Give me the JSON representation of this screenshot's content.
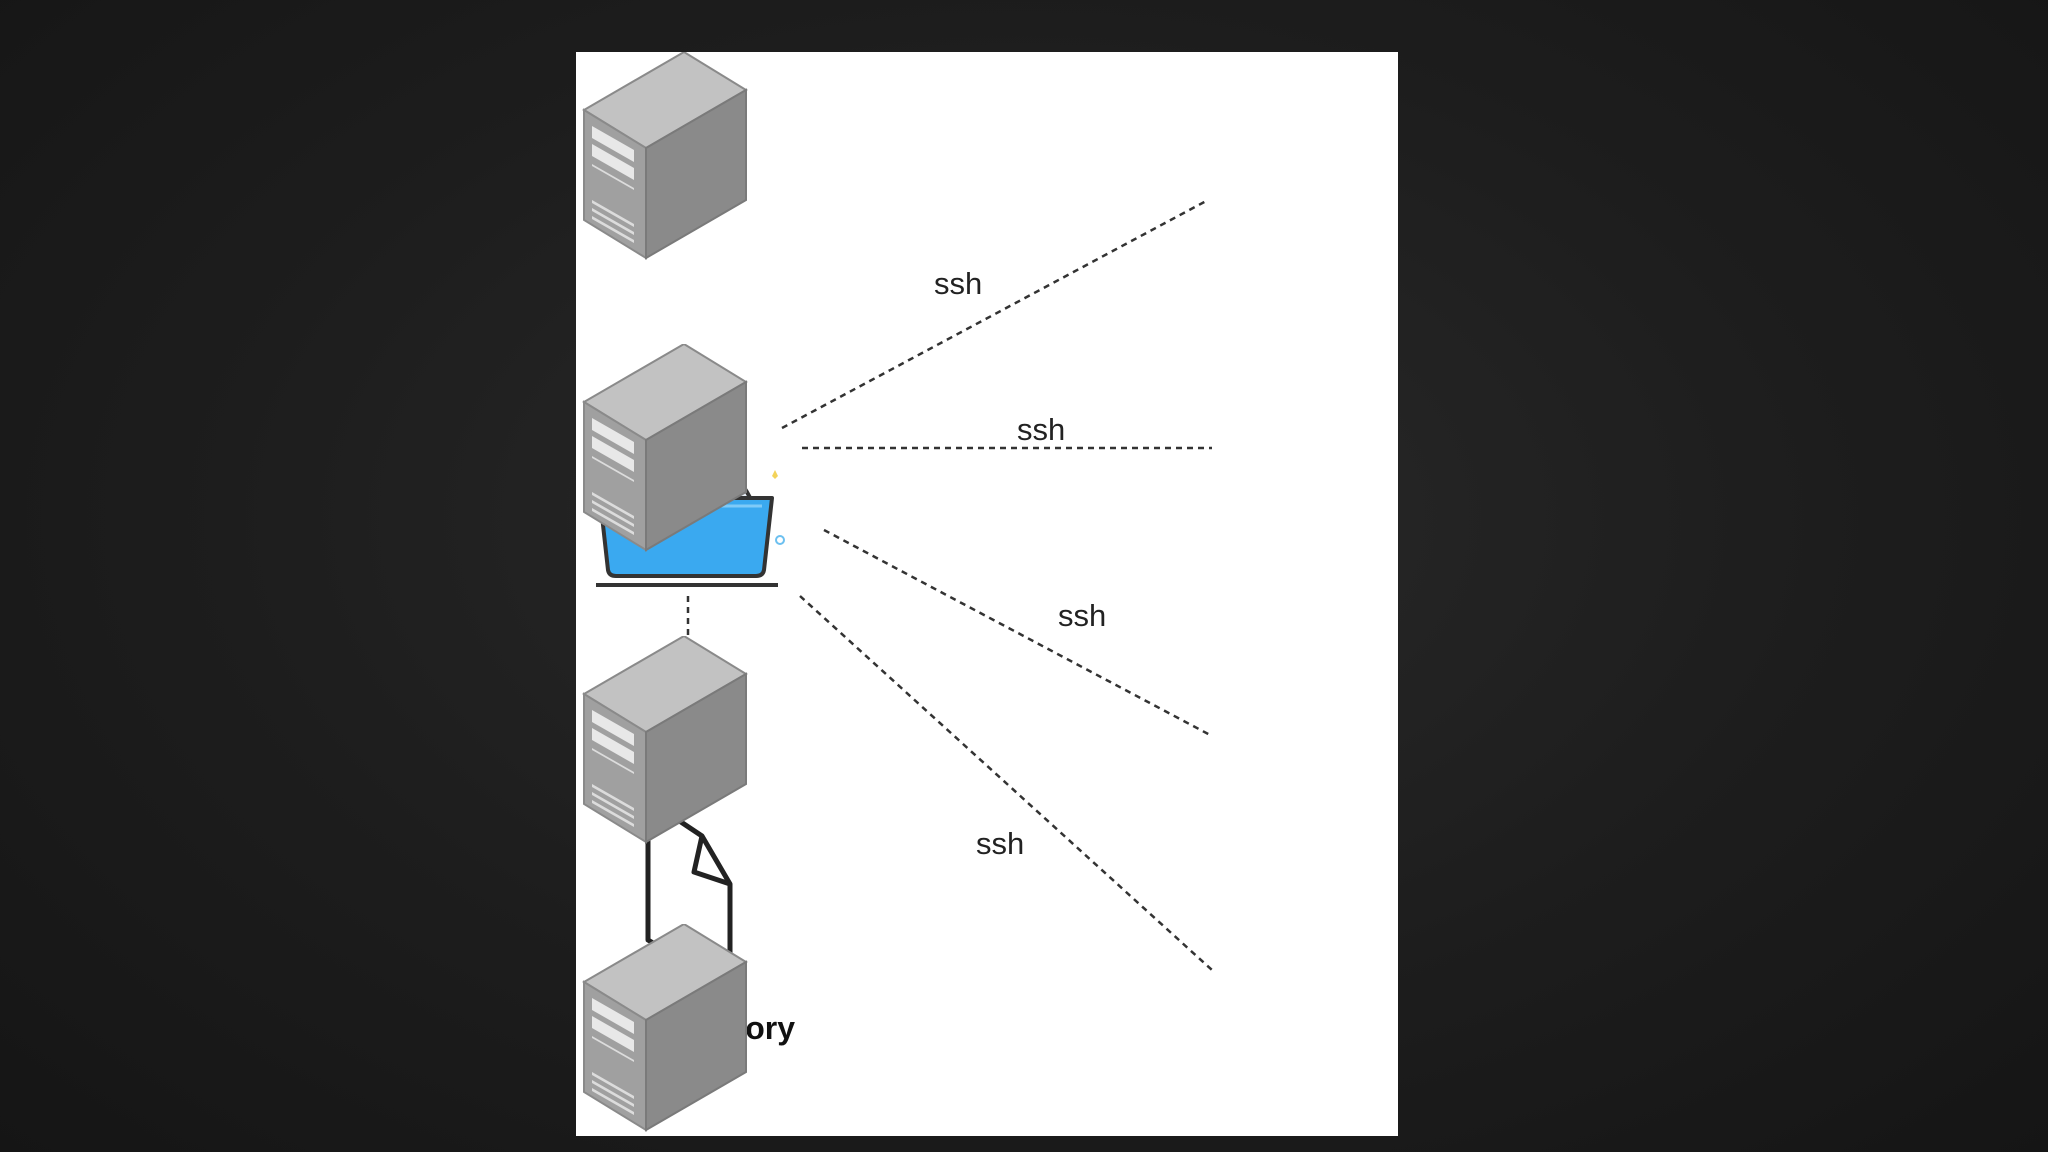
{
  "diagram": {
    "connection_labels": [
      "ssh",
      "ssh",
      "ssh",
      "ssh"
    ],
    "inventory_label": "Inventory",
    "icons": {
      "user": "user-at-laptop-icon",
      "document": "document-icon",
      "server": "server-tower-icon"
    },
    "colors": {
      "background": "#1d1d1d",
      "canvas": "#ffffff",
      "laptop": "#3aa9f0",
      "person": "#e6eef6",
      "server_front": "#9a9a9a",
      "server_side": "#7d7d7d",
      "server_top": "#bdbdbd",
      "line": "#333333"
    }
  }
}
